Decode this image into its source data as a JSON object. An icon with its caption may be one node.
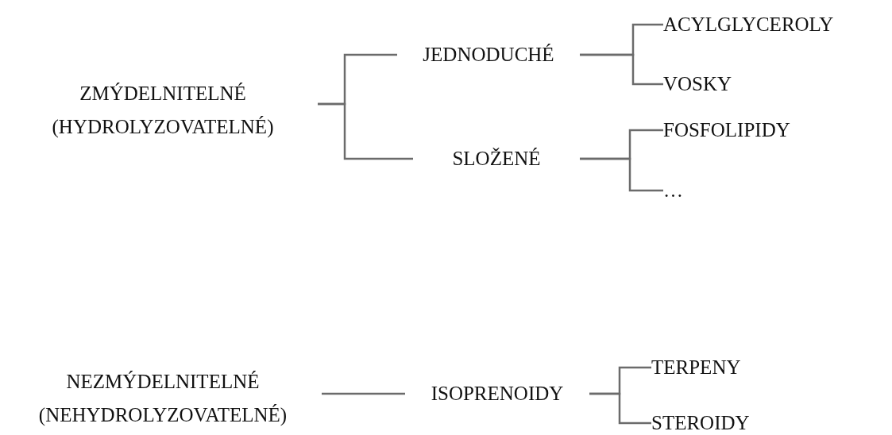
{
  "diagram": {
    "nodes": [
      {
        "text": [
          "ZMÝDELNITELNÉ (HYDROLYZOVATELNÉ)"
        ]
      },
      {
        "text": [
          "JEDNODUCHÉ"
        ]
      },
      {
        "text": [
          "SLOŽENÉ"
        ]
      },
      {
        "text": [
          "ACYLGLYCEROLY"
        ]
      },
      {
        "text": [
          "VOSKY"
        ]
      },
      {
        "text": [
          "FOSFOLIPIDY"
        ]
      },
      {
        "text": [
          "…"
        ]
      },
      {
        "text": [
          "NEZMÝDELNITELNÉ (NEHYDROLYZOVATELNÉ)"
        ]
      },
      {
        "text": [
          "ISOPRENOIDY"
        ]
      },
      {
        "text": [
          "TERPENY"
        ]
      },
      {
        "text": [
          "STEROIDY"
        ]
      }
    ],
    "edges": [
      {
        "from": 0,
        "to": 1,
        "arrow": "none"
      },
      {
        "from": 0,
        "to": 2,
        "arrow": "none"
      },
      {
        "from": 1,
        "to": 3,
        "arrow": "none"
      },
      {
        "from": 1,
        "to": 4,
        "arrow": "none"
      },
      {
        "from": 2,
        "to": 5,
        "arrow": "none"
      },
      {
        "from": 2,
        "to": 6,
        "arrow": "none"
      },
      {
        "from": 7,
        "to": 8,
        "arrow": "none"
      },
      {
        "from": 8,
        "to": 9,
        "arrow": "none"
      },
      {
        "from": 8,
        "to": 10,
        "arrow": "none"
      }
    ]
  }
}
